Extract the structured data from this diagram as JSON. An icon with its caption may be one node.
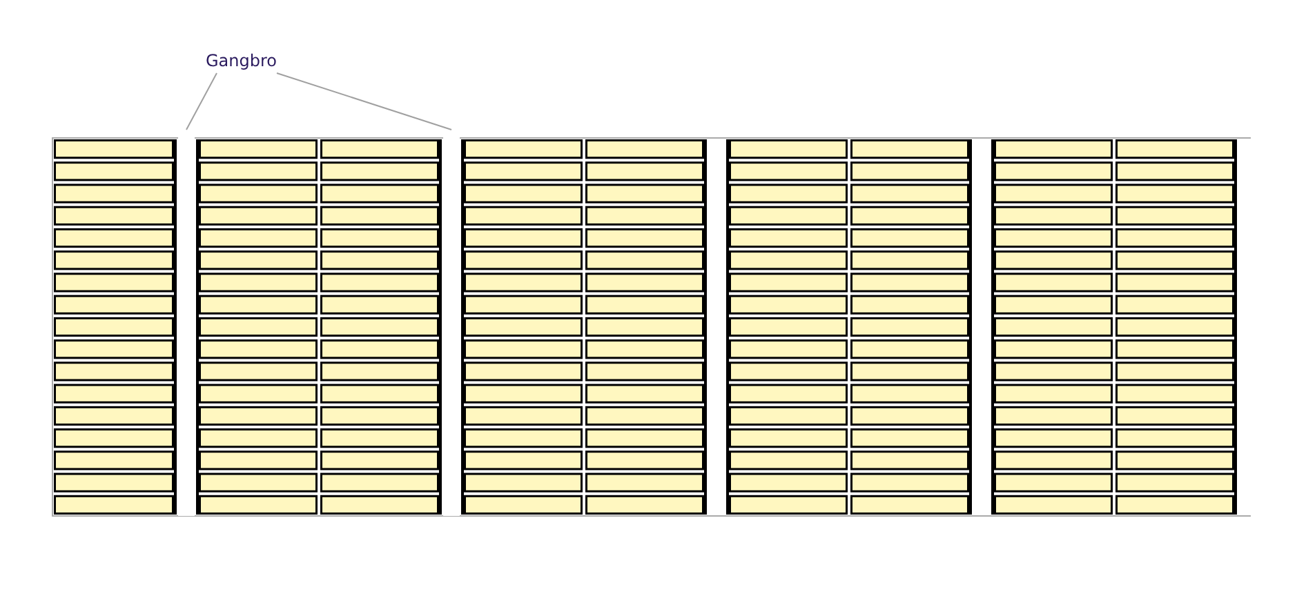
{
  "diagram": {
    "nodes": [
      {
        "text": [
          "Gangbro"
        ]
      },
      {
        "text": [],
        "shape": "bar"
      },
      {
        "text": [],
        "shape": "bar"
      }
    ],
    "edges": [
      {
        "from": 0,
        "to": 1,
        "arrow": "none"
      },
      {
        "from": 0,
        "to": 2,
        "arrow": "none"
      }
    ]
  }
}
